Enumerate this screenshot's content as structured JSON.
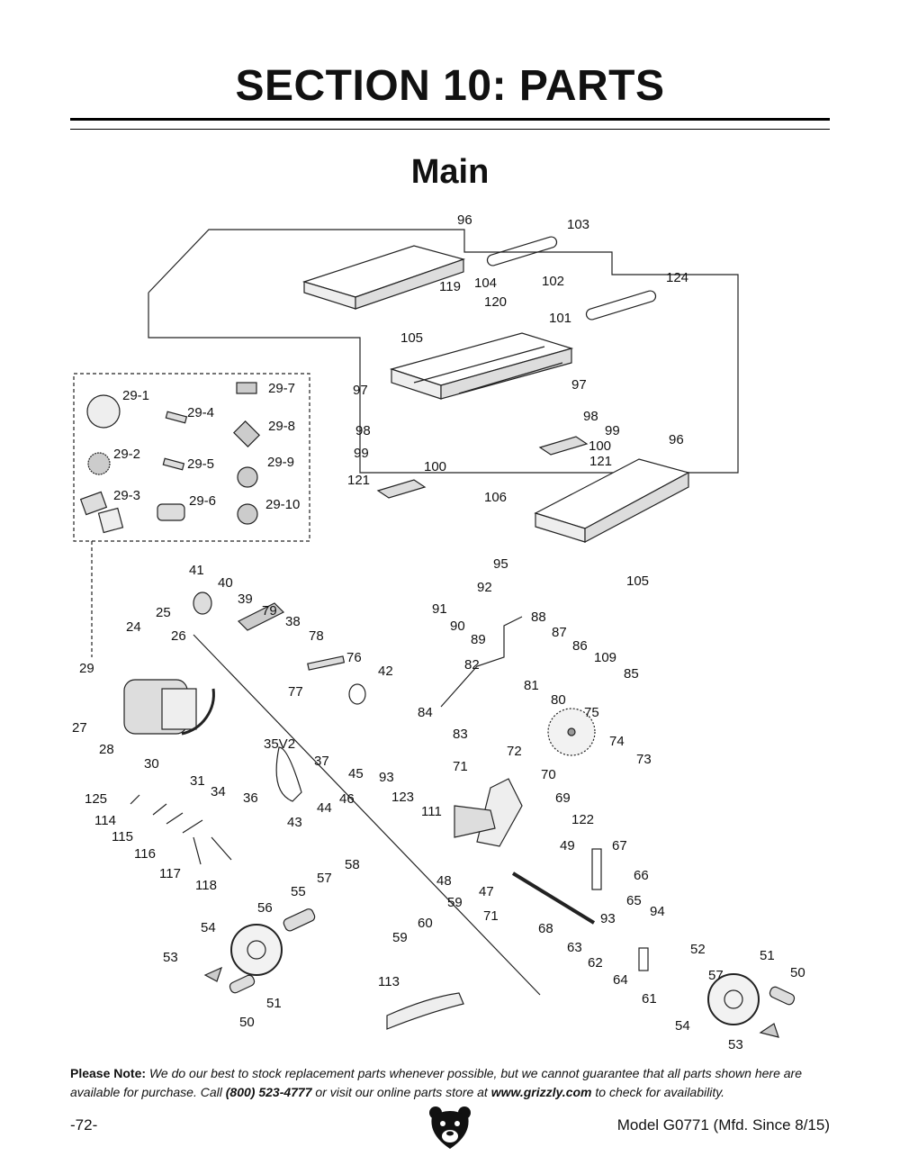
{
  "header": {
    "section_title": "SECTION 10: PARTS",
    "subtitle": "Main"
  },
  "diagram": {
    "callouts": [
      "96",
      "103",
      "119",
      "104",
      "102",
      "124",
      "120",
      "101",
      "105",
      "97",
      "97",
      "98",
      "98",
      "99",
      "99",
      "100",
      "100",
      "121",
      "121",
      "106",
      "96",
      "105",
      "29",
      "29-1",
      "29-2",
      "29-3",
      "29-4",
      "29-5",
      "29-6",
      "29-7",
      "29-8",
      "29-9",
      "29-10",
      "41",
      "40",
      "39",
      "79",
      "38",
      "78",
      "76",
      "42",
      "25",
      "24",
      "26",
      "77",
      "27",
      "28",
      "30",
      "31",
      "34",
      "36",
      "35V2",
      "37",
      "95",
      "92",
      "91",
      "90",
      "89",
      "88",
      "87",
      "86",
      "109",
      "85",
      "82",
      "81",
      "80",
      "84",
      "83",
      "75",
      "74",
      "73",
      "72",
      "71",
      "70",
      "69",
      "122",
      "45",
      "93",
      "46",
      "123",
      "111",
      "44",
      "43",
      "125",
      "114",
      "115",
      "116",
      "117",
      "118",
      "49",
      "67",
      "66",
      "58",
      "57",
      "55",
      "48",
      "47",
      "59",
      "60",
      "59",
      "71",
      "68",
      "56",
      "54",
      "53",
      "51",
      "50",
      "65",
      "94",
      "93",
      "52",
      "63",
      "62",
      "64",
      "61",
      "57",
      "51",
      "50",
      "54",
      "53",
      "113"
    ]
  },
  "note": {
    "label": "Please Note:",
    "part1": "We do our best to stock replacement parts whenever possible, but we cannot guarantee that all parts shown here are available for purchase. Call",
    "phone": "(800) 523-4777",
    "part2": "or visit our online parts store at",
    "url": "www.grizzly.com",
    "part3": "to check for availability."
  },
  "footer": {
    "page_number": "-72-",
    "model": "Model G0771 (Mfd. Since 8/15)"
  }
}
